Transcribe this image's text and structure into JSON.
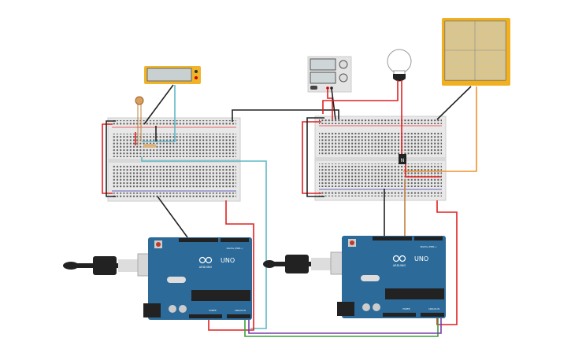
{
  "boards": {
    "left": {
      "logo_text": "ARDUINO",
      "model": "UNO",
      "header_digital": "DIGITAL (PWM~)",
      "header_power": "POWER",
      "header_analog": "ANALOG IN"
    },
    "right": {
      "logo_text": "ARDUINO",
      "model": "UNO",
      "header_digital": "DIGITAL (PWM~)",
      "header_power": "POWER",
      "header_analog": "ANALOG IN"
    }
  },
  "transistor": {
    "label": "N"
  },
  "colors": {
    "board": "#2b6a99",
    "breadboard": "#e9e9e9",
    "wire_red": "#e02020",
    "wire_black": "#222222",
    "wire_cyan": "#5fb8c8",
    "wire_green": "#3aa040",
    "wire_purple": "#7a3aa8",
    "wire_orange": "#f0902a",
    "meter": "#f0b429",
    "oscilloscope": "#f0b020"
  }
}
